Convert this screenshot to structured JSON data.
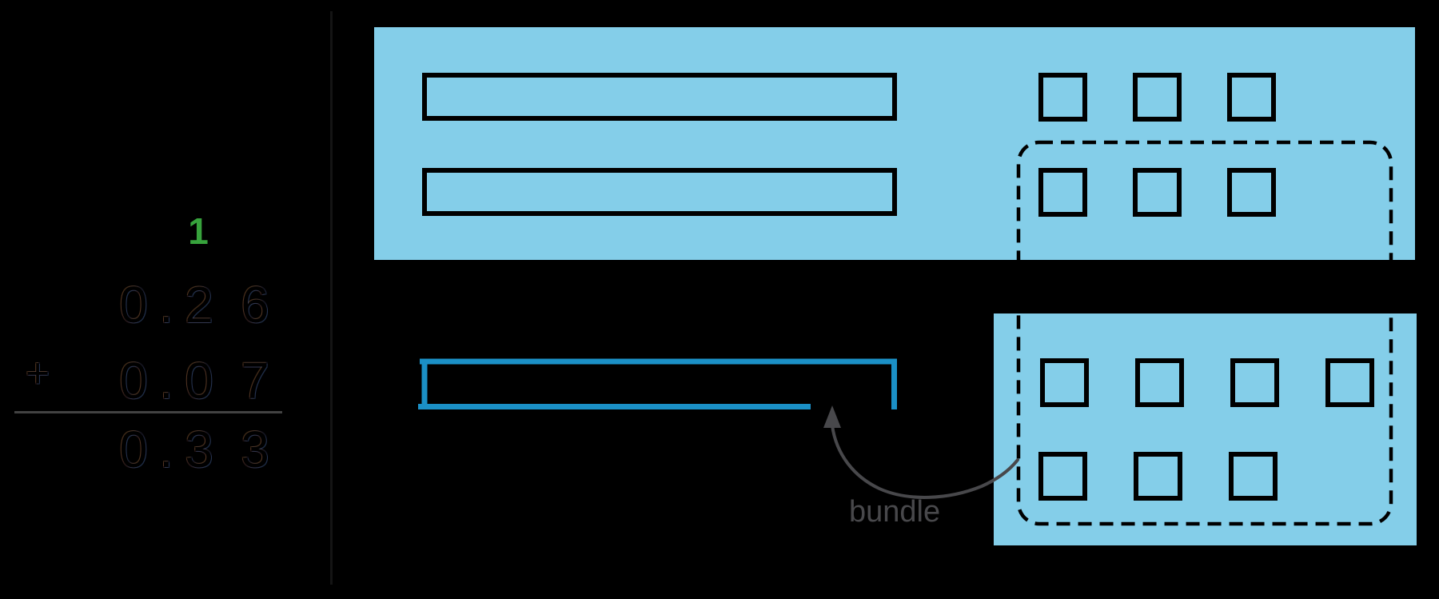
{
  "problem": {
    "carry": "1",
    "plus_sign": "+",
    "addend_1": [
      "0",
      ".",
      "2",
      "6"
    ],
    "addend_2": [
      "0",
      ".",
      "0",
      "7"
    ],
    "sum": [
      "0",
      ".",
      "3",
      "3"
    ]
  },
  "label": {
    "bundle": "bundle"
  },
  "blocks": {
    "top_panel": {
      "tenth_rods": 2,
      "hundredth_squares_row_1": 3,
      "hundredth_squares_row_2": 3
    },
    "bottom_panel": {
      "hundredth_squares_row_1": 4,
      "hundredth_squares_row_2": 3
    },
    "bundled_tenth_rods": 1
  },
  "colors": {
    "panel_blue": "#84CEE9",
    "bundle_rod_blue": "#1B90C6",
    "carry_green": "#37A33C",
    "outline_black": "#000000",
    "annotation_gray": "#48484B"
  }
}
